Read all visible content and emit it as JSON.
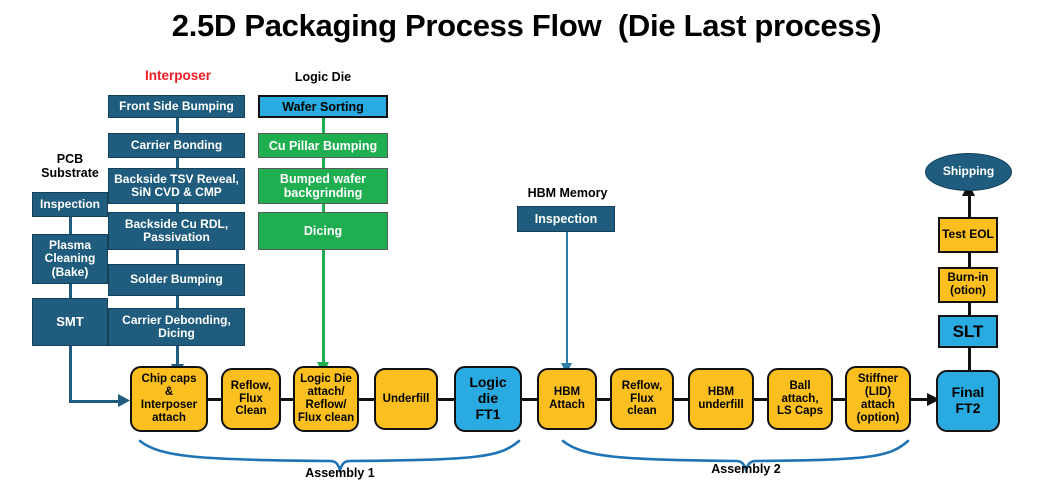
{
  "title": "2.5D Packaging Process Flow  (Die Last process)",
  "captions": {
    "pcb": "PCB\nSubstrate",
    "interposer": "Interposer",
    "logic_die": "Logic Die",
    "hbm_memory": "HBM Memory"
  },
  "columns": {
    "pcb_substrate": [
      {
        "label": "Inspection",
        "color": "#1F5C7D"
      },
      {
        "label": "Plasma\nCleaning\n(Bake)",
        "color": "#1F5C7D"
      },
      {
        "label": "SMT",
        "color": "#1F5C7D"
      }
    ],
    "interposer": [
      {
        "label": "Front Side Bumping",
        "color": "#1F5C7D"
      },
      {
        "label": "Carrier Bonding",
        "color": "#1F5C7D"
      },
      {
        "label": "Backside TSV Reveal,\nSiN CVD & CMP",
        "color": "#1F5C7D"
      },
      {
        "label": "Backside Cu RDL,\nPassivation",
        "color": "#1F5C7D"
      },
      {
        "label": "Solder Bumping",
        "color": "#1F5C7D"
      },
      {
        "label": "Carrier Debonding,\nDicing",
        "color": "#1F5C7D"
      }
    ],
    "logic_die": [
      {
        "label": "Wafer Sorting",
        "color": "#29ABE2"
      },
      {
        "label": "Cu Pillar Bumping",
        "color": "#1FAE50"
      },
      {
        "label": "Bumped wafer\nbackgrinding",
        "color": "#1FAE50"
      },
      {
        "label": "Dicing",
        "color": "#1FAE50"
      }
    ],
    "hbm_memory": [
      {
        "label": "Inspection",
        "color": "#1F5C7D"
      }
    ],
    "backend_test": [
      {
        "label": "Shipping",
        "color": "#1F5C7D",
        "shape": "ellipse"
      },
      {
        "label": "Test EOL",
        "color": "#FBC01F"
      },
      {
        "label": "Burn-in\n(otion)",
        "color": "#FBC01F"
      },
      {
        "label": "SLT",
        "color": "#29ABE2"
      },
      {
        "label": "Final\nFT2",
        "color": "#29ABE2"
      }
    ]
  },
  "assembly_line": [
    {
      "label": "Chip caps\n&\nInterposer\nattach",
      "color": "#FBC01F"
    },
    {
      "label": "Reflow,\nFlux\nClean",
      "color": "#FBC01F"
    },
    {
      "label": "Logic Die\nattach/\nReflow/\nFlux clean",
      "color": "#FBC01F"
    },
    {
      "label": "Underfill",
      "color": "#FBC01F"
    },
    {
      "label": "Logic\ndie\nFT1",
      "color": "#29ABE2"
    },
    {
      "label": "HBM\nAttach",
      "color": "#FBC01F"
    },
    {
      "label": "Reflow,\nFlux\nclean",
      "color": "#FBC01F"
    },
    {
      "label": "HBM\nunderfill",
      "color": "#FBC01F"
    },
    {
      "label": "Ball\nattach,\nLS Caps",
      "color": "#FBC01F"
    },
    {
      "label": "Stiffner\n(LID)\nattach\n(option)",
      "color": "#FBC01F"
    }
  ],
  "braces": {
    "assembly1": "Assembly 1",
    "assembly2": "Assembly 2"
  },
  "colors": {
    "teal": "#1F5C7D",
    "light_blue": "#29ABE2",
    "green": "#1FAE50",
    "amber": "#FBC01F",
    "red": "#ED1C24",
    "brace_blue": "#1F74B5",
    "black": "#111111"
  }
}
